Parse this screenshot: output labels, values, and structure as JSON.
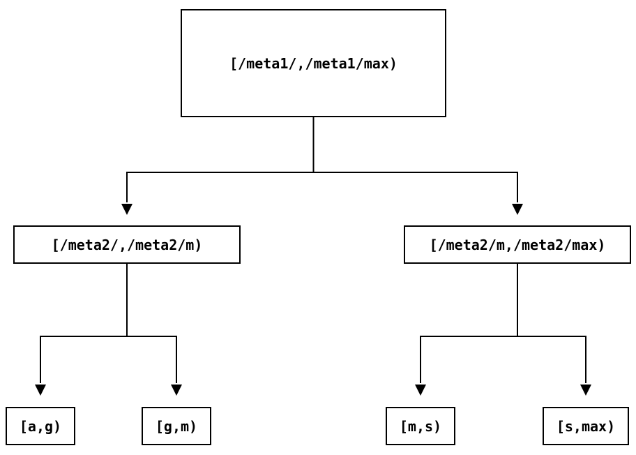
{
  "diagram": {
    "type": "tree",
    "background_color": "#ffffff",
    "line_color": "#000000",
    "box_border_color": "#000000",
    "text_color": "#000000",
    "nodes": {
      "root": {
        "label": "[/meta1/,/meta1/max)"
      },
      "left": {
        "label": "[/meta2/,/meta2/m)"
      },
      "right": {
        "label": "[/meta2/m,/meta2/max)"
      },
      "leaf_ag": {
        "label": "[a,g)"
      },
      "leaf_gm": {
        "label": "[g,m)"
      },
      "leaf_ms": {
        "label": "[m,s)"
      },
      "leaf_smax": {
        "label": "[s,max)"
      }
    },
    "edges": [
      {
        "from": "root",
        "to": "left",
        "arrow": "down"
      },
      {
        "from": "root",
        "to": "right",
        "arrow": "down"
      },
      {
        "from": "left",
        "to": "leaf_ag",
        "arrow": "down"
      },
      {
        "from": "left",
        "to": "leaf_gm",
        "arrow": "down"
      },
      {
        "from": "right",
        "to": "leaf_ms",
        "arrow": "down"
      },
      {
        "from": "right",
        "to": "leaf_smax",
        "arrow": "down"
      }
    ]
  }
}
